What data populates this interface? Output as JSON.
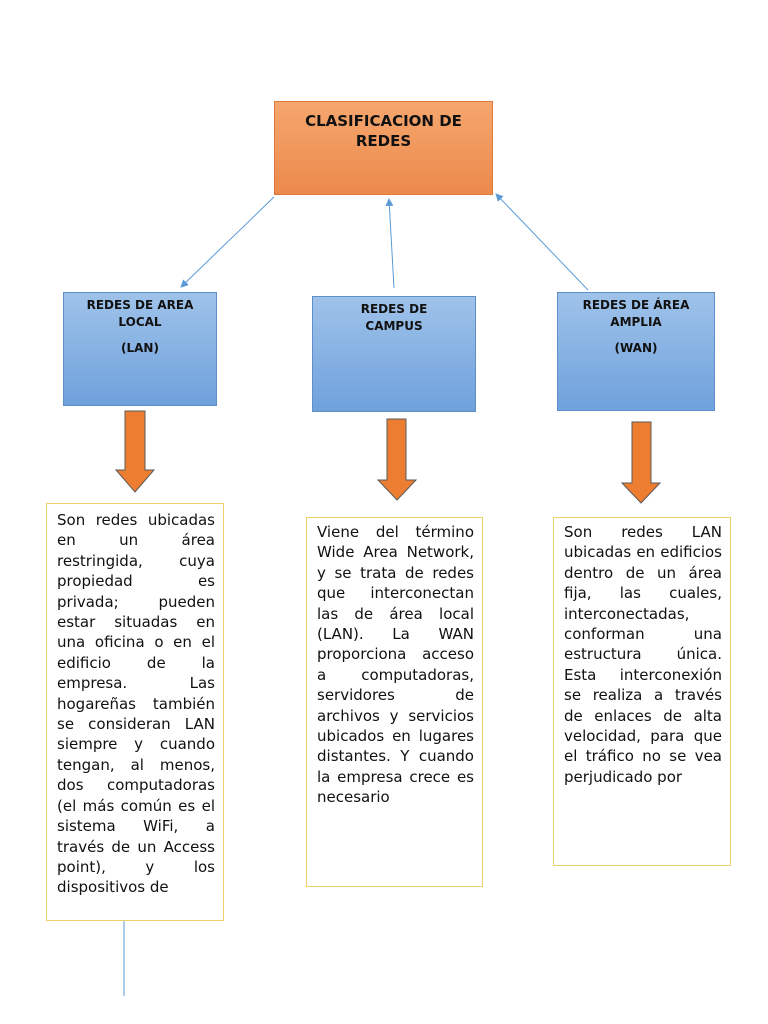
{
  "root": {
    "title": "CLASIFICACION DE REDES"
  },
  "categories": [
    {
      "title": "REDES DE AREA LOCAL",
      "abbr": "(LAN)"
    },
    {
      "title": "REDES DE CAMPUS",
      "abbr": ""
    },
    {
      "title": "REDES DE ÁREA AMPLIA",
      "abbr": "(WAN)"
    }
  ],
  "descriptions": [
    {
      "text": "Son redes ubicadas en un área restringida, cuya propiedad es privada; pueden estar situadas en una oficina o en el edificio de la empresa. Las hogareñas también se consideran LAN siempre y cuando tengan, al menos, dos computadoras (el más común es el sistema WiFi, a través de un Access point), y los dispositivos de"
    },
    {
      "text": "Viene del término Wide Area Network, y se trata de redes que interconectan las de área local (LAN). La WAN proporciona acceso a computadoras, servidores de archivos y servicios ubicados en lugares distantes. Y cuando la empresa crece es necesario"
    },
    {
      "text": "Son redes LAN ubicadas en edificios dentro de un área fija, las cuales, interconectadas, conforman una estructura única. Esta interconexión se realiza a través de enlaces de alta velocidad, para que el tráfico no se vea perjudicado por"
    }
  ],
  "colors": {
    "root_fill": "#ec8a4c",
    "category_fill": "#7eaee2",
    "arrow_fill": "#ed7d31",
    "connector": "#5b9bd5",
    "desc_border": "#f2d068"
  }
}
